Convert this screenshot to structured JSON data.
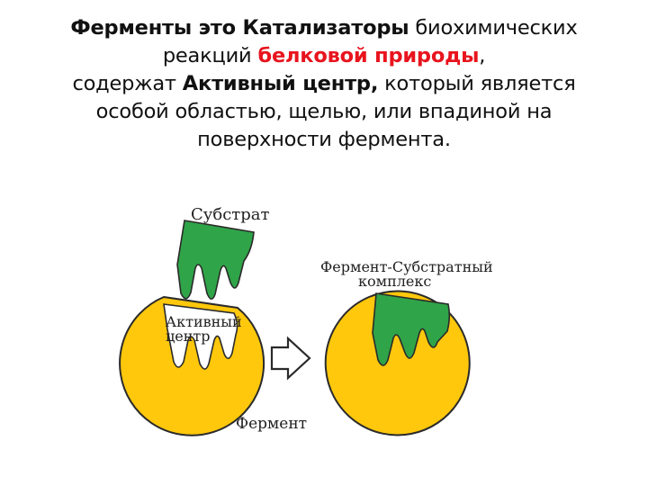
{
  "heading": {
    "line1_bold": "Ферменты это Катализаторы",
    "line1_rest": "биохимических",
    "line2_start": "реакций",
    "line2_red": "белковой природы",
    "line2_end": ",",
    "line3_start": "содержат",
    "line3_bold": "Активный центр,",
    "line3_rest": "который является",
    "line4": "особой областью, щелью, или впадиной  на",
    "line5": "поверхности фермента."
  },
  "diagram": {
    "substrate_label": "Субстрат",
    "active_site_label_1": "Активный",
    "active_site_label_2": "центр",
    "enzyme_label": "Фермент",
    "complex_label_1": "Фермент-Субстратный",
    "complex_label_2": "комплекс"
  },
  "colors": {
    "enzyme_yellow": "#FFC80C",
    "substrate_green": "#2FA448",
    "outline_dark": "#2a2a2a",
    "accent_red": "#E8141E"
  }
}
